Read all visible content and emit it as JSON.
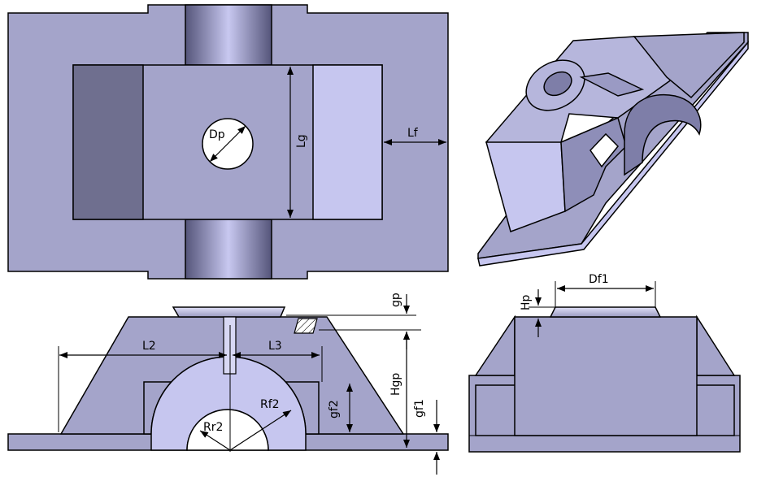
{
  "views": {
    "top_view": {
      "labels": {
        "dp": "Dp",
        "lg": "Lg",
        "lf": "Lf"
      }
    },
    "front_section": {
      "labels": {
        "l2": "L2",
        "l3": "L3",
        "gp": "gp",
        "hgp": "Hgp",
        "gf1": "gf1",
        "gf2": "gf2",
        "rr2": "Rr2",
        "rf2": "Rf2"
      }
    },
    "side_view": {
      "labels": {
        "df1": "Df1",
        "hp": "Hp"
      }
    }
  },
  "colors": {
    "body": "#a4a4ca",
    "light_face": "#c6c6ef",
    "dark_face": "#6f6f8f",
    "outline": "#000000",
    "background": "#ffffff"
  }
}
